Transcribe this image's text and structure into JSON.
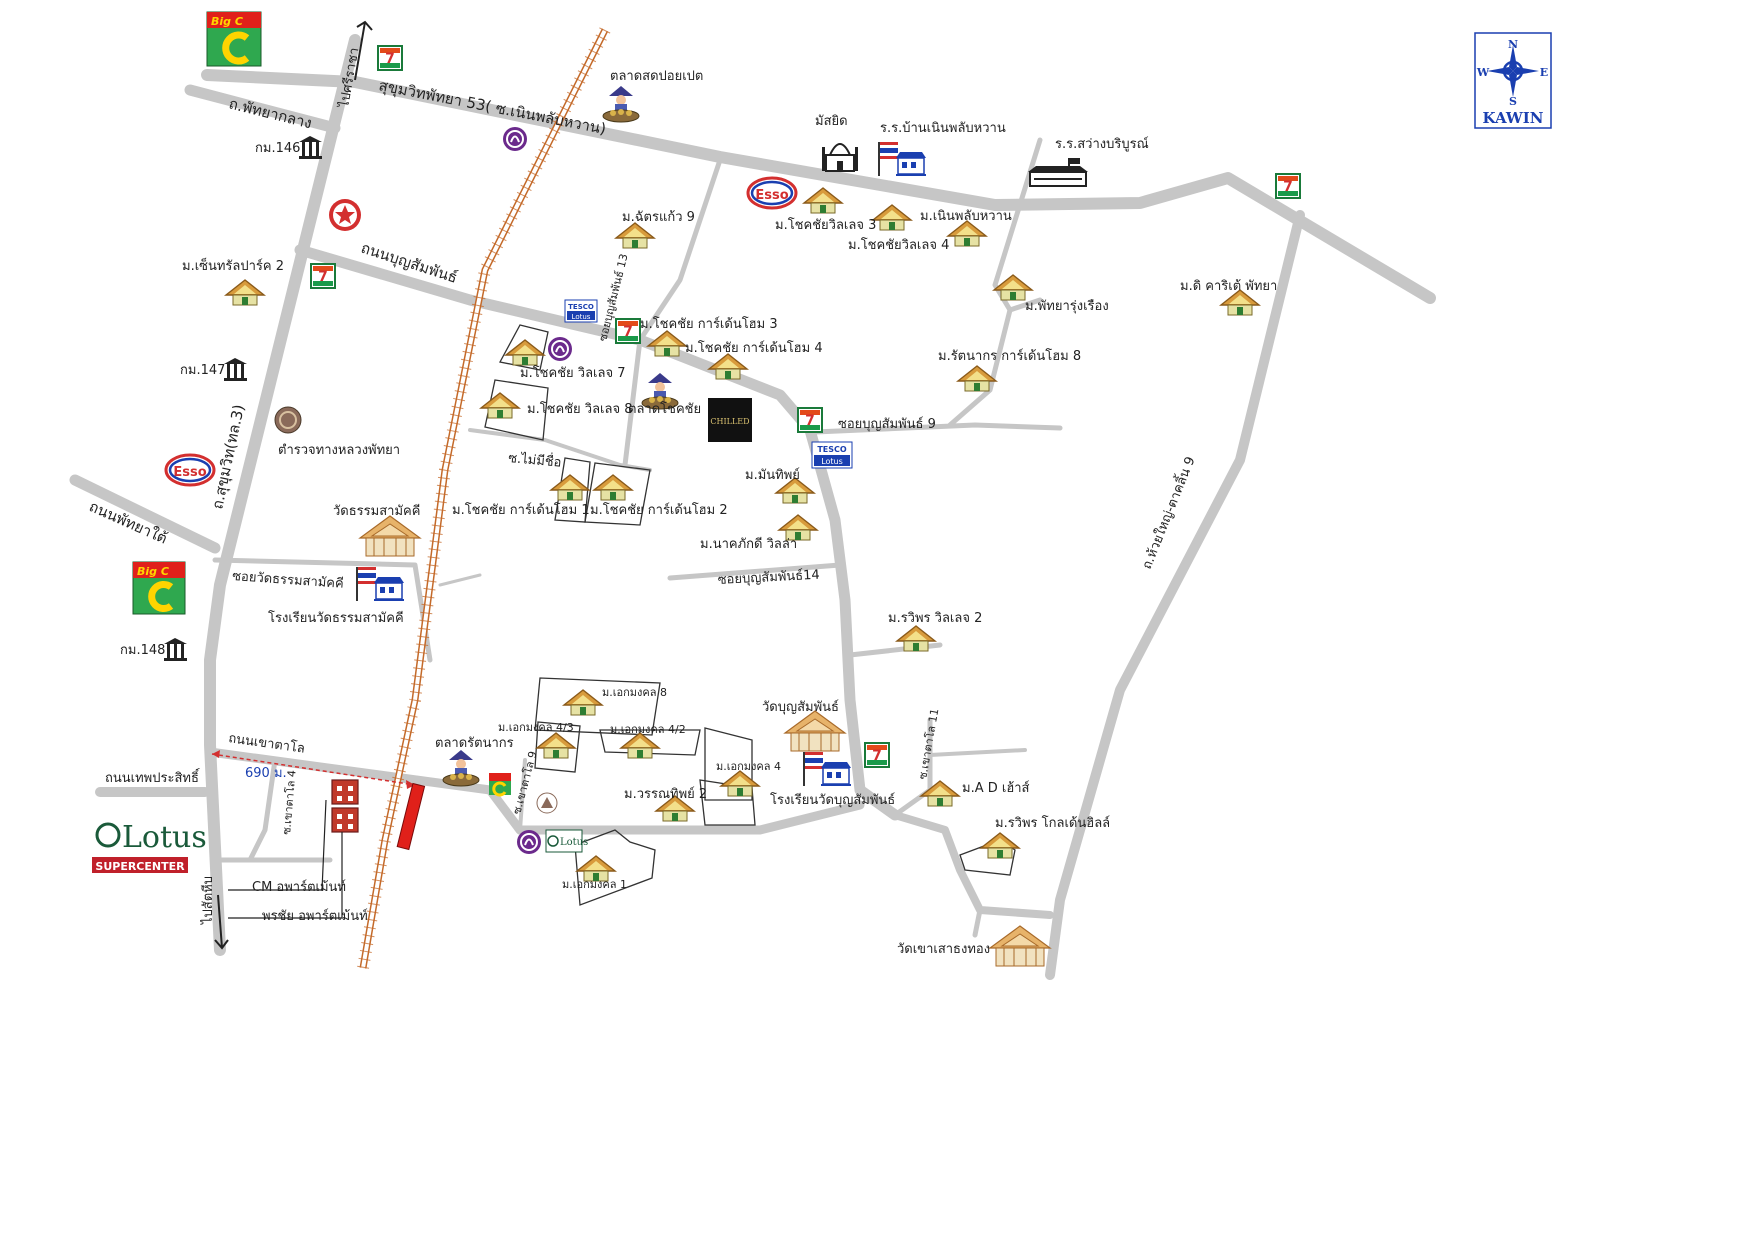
{
  "compass": {
    "n": "N",
    "s": "S",
    "e": "E",
    "w": "W",
    "brand": "KAWIN"
  },
  "logos": {
    "bigc": "Big C",
    "esso": "Esso",
    "seven": "7",
    "lotus": "Lotus",
    "lotus_sub": "SUPERCENTER",
    "tesco_top": "TESCO",
    "tesco_bottom": "Lotus",
    "chilled": "CHILLED"
  },
  "roads": {
    "sukhumvit_53": "สุขุมวิทพัทยา 53( ซ.เนินพลับหวาน)",
    "pattaya_klang": "ถ.พัทยากลาง",
    "to_sriracha": "ไปศรีราชา",
    "boon_sam_phan": "ถนนบุญสัมพันธ์",
    "sukhumvit": "ถ.สุขุมวิท(ทล.3)",
    "pattaya_tai": "ถนนพัทยาใต้",
    "soi_wat_thamma": "ซอยวัดธรรมสามัคคี",
    "khao_talo": "ถนนเขาตาโล",
    "thep_prasit": "ถนนเทพประสิทธิ์",
    "to_sattahip": "ไปสัตหีบ",
    "soi_boon_9": "ซอยบุญสัมพันธ์ 9",
    "soi_boon_13": "ซอยบุญสัมพันธ์ 13",
    "soi_boon_14": "ซอยบุญสัมพันธ์14",
    "huai_yai": "ถ.ห้วยใหญ่-ตาคลิ้น 9",
    "khao_talo_4": "ซ.เขาตาโล 4",
    "khao_talo_11": "ซ.เขาตาโล 11",
    "khao_talo_9": "ซ.เขาตาโล 9",
    "soi_mai_mi_chue": "ซ.ไม่มีชื่อ",
    "distance": "690 ม."
  },
  "places": {
    "talad_pui_ped": "ตลาดสดปอยเปต",
    "mosque": "มัสยิด",
    "school_noen": "ร.ร.บ้านเนินพลับหวาน",
    "school_sawang": "ร.ร.สว่างบริบูรณ์",
    "km146": "กม.146",
    "km147": "กม.147",
    "km148": "กม.148",
    "central_park_2": "ม.เซ็นทรัลปาร์ค 2",
    "chatkaew_9": "ม.ฉัตรแก้ว 9",
    "chokchai_v3": "ม.โชคชัยวิลเลจ 3",
    "chokchai_v4": "ม.โชคชัยวิลเลจ 4",
    "noen_phlap": "ม.เนินพลับหวาน",
    "pattaya_rung": "ม.พัทยารุ่งเรือง",
    "the_charity": "ม.ดิ คาริเต้ พัทยา",
    "chokchai_gh3": "ม.โชคชัย การ์เด้นโฮม 3",
    "chokchai_gh4": "ม.โชคชัย การ์เด้นโฮม 4",
    "rattanakorn_gh8": "ม.รัตนากร การ์เด้นโฮม 8",
    "chokchai_v7": "ม.โชคชัย วิลเลจ 7",
    "chokchai_v8": "ม.โชคชัย วิลเลจ 8",
    "talad_chokchai": "ตลาดโชคชัย",
    "police": "ตำรวจทางหลวงพัทยา",
    "wat_thamma": "วัดธรรมสามัคคี",
    "school_wat_thamma": "โรงเรียนวัดธรรมสามัคคี",
    "chokchai_gh1": "ม.โชคชัย การ์เด้นโฮม 1",
    "chokchai_gh2": "ม.โชคชัย การ์เด้นโฮม 2",
    "manthip": "ม.มันทิพย์",
    "nakpakdee": "ม.นาคภักดี วิลล่า",
    "raviporn_v2": "ม.รวิพร วิลเลจ 2",
    "ekmongkol_8": "ม.เอกมงคล 8",
    "ekmongkol_43": "ม.เอกมงคล 4/3",
    "ekmongkol_42": "ม.เอกมงคล 4/2",
    "ekmongkol_4": "ม.เอกมงคล 4",
    "ekmongkol_1": "ม.เอกมงคล 1",
    "wannathip_2": "ม.วรรณทิพย์ 2",
    "wat_boon": "วัดบุญสัมพันธ์",
    "school_wat_boon": "โรงเรียนวัดบุญสัมพันธ์",
    "talad_rattanakorn": "ตลาดรัตนากร",
    "ad_house": "ม.A D เฮ้าส์",
    "raviporn_golden": "ม.รวิพร โกลเด้นฮิลล์",
    "wat_khao": "วัดเขาเสาธงทอง",
    "cm_apartment": "CM อพาร์ตเม้นท์",
    "pornchai_apartment": "พรชัย อพาร์ตเม้นท์"
  }
}
